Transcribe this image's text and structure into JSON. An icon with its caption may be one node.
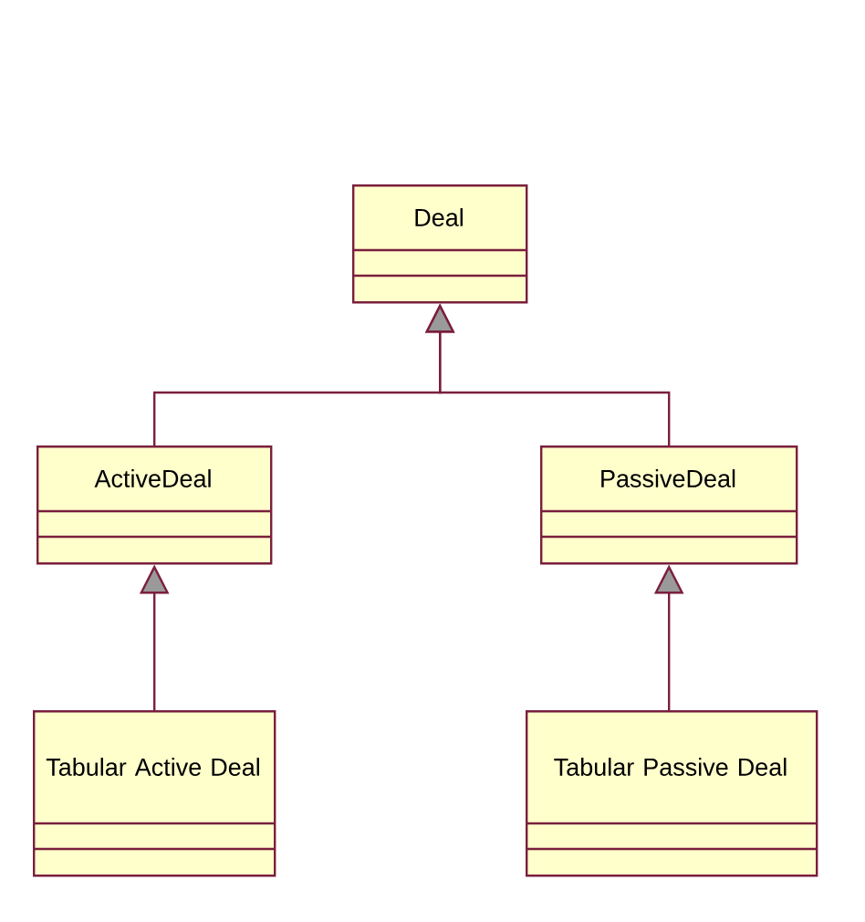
{
  "diagram": {
    "nodes": [
      {
        "text": [
          "Deal"
        ]
      },
      {
        "text": [
          "ActiveDeal"
        ]
      },
      {
        "text": [
          "PassiveDeal"
        ]
      },
      {
        "text": [
          "Tabular Active Deal"
        ]
      },
      {
        "text": [
          "Tabular Passive Deal"
        ]
      }
    ],
    "edges": [
      {
        "from": 1,
        "to": 0,
        "arrow": "to"
      },
      {
        "from": 2,
        "to": 0,
        "arrow": "to"
      },
      {
        "from": 3,
        "to": 1,
        "arrow": "to"
      },
      {
        "from": 4,
        "to": 2,
        "arrow": "to"
      }
    ]
  }
}
